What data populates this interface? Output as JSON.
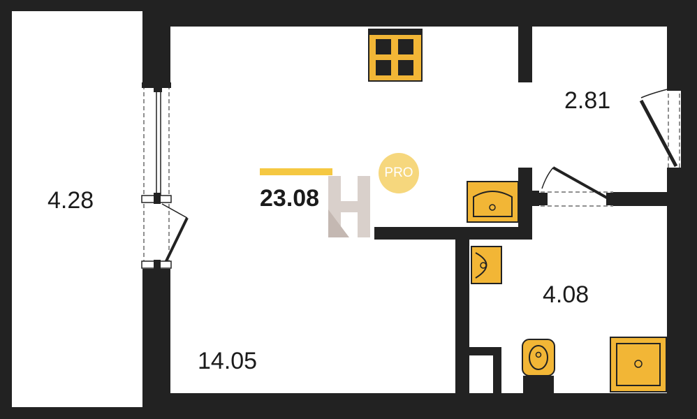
{
  "plan": {
    "total_area": "23.08",
    "rooms": [
      {
        "id": "balcony",
        "area": "4.28"
      },
      {
        "id": "living-room",
        "area": "14.05"
      },
      {
        "id": "hallway",
        "area": "2.81"
      },
      {
        "id": "bathroom",
        "area": "4.08"
      }
    ]
  },
  "badge": {
    "label": "PRO"
  },
  "colors": {
    "wall": "#222222",
    "fixture": "#f2b636",
    "accent_bar": "#f5c842",
    "badge": "#f6d77d",
    "watermark": "#d9d0cb",
    "text": "#1b1b1b"
  },
  "icons": [
    "window-icon",
    "door-icon",
    "kitchen-stove-icon",
    "sink-icon",
    "washbasin-icon",
    "toilet-icon",
    "shower-tray-icon",
    "logo-watermark-icon"
  ]
}
